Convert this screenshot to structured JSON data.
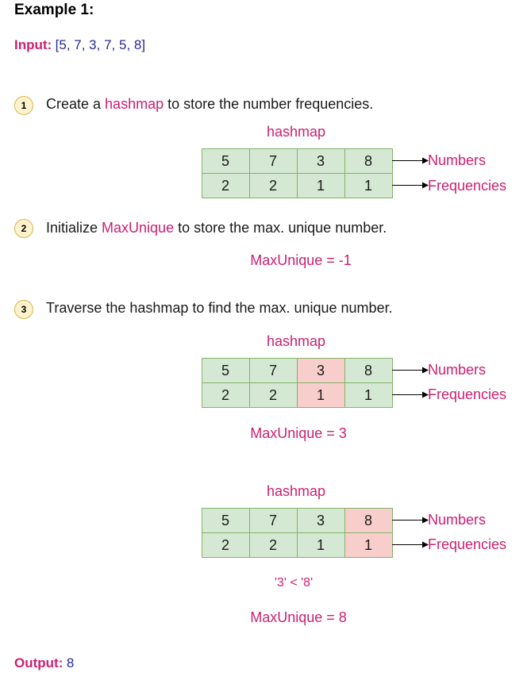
{
  "title": "Example 1:",
  "input": {
    "label": "Input:",
    "value": "[5, 7, 3, 7, 5, 8]"
  },
  "steps": [
    {
      "number": "1",
      "pre": "Create a ",
      "highlight": "hashmap",
      "post": " to store the number frequencies."
    },
    {
      "number": "2",
      "pre": "Initialize ",
      "highlight": "MaxUnique",
      "post": " to store the max. unique number."
    },
    {
      "number": "3",
      "pre": "Traverse the hashmap to find the max. unique number.",
      "highlight": "",
      "post": ""
    }
  ],
  "hashmap_label": "hashmap",
  "row_labels": {
    "numbers": "Numbers",
    "frequencies": "Frequencies"
  },
  "tables": [
    {
      "numbers": [
        "5",
        "7",
        "3",
        "8"
      ],
      "frequencies": [
        "2",
        "2",
        "1",
        "1"
      ],
      "highlight_column": null
    },
    {
      "numbers": [
        "5",
        "7",
        "3",
        "8"
      ],
      "frequencies": [
        "2",
        "2",
        "1",
        "1"
      ],
      "highlight_column": 2
    },
    {
      "numbers": [
        "5",
        "7",
        "3",
        "8"
      ],
      "frequencies": [
        "2",
        "2",
        "1",
        "1"
      ],
      "highlight_column": 3
    }
  ],
  "max_unique": [
    "MaxUnique = -1",
    "MaxUnique = 3",
    "MaxUnique = 8"
  ],
  "comparison": "'3' < '8'",
  "output": {
    "label": "Output:",
    "value": "8"
  },
  "colors": {
    "highlight_text": "#cc1f71",
    "value_text": "#27289a",
    "cell_green": "#d5e8d4",
    "cell_green_border": "#82b366",
    "cell_pink": "#f8cecc",
    "badge_fill": "#fff2cc",
    "badge_border": "#d6b656"
  }
}
